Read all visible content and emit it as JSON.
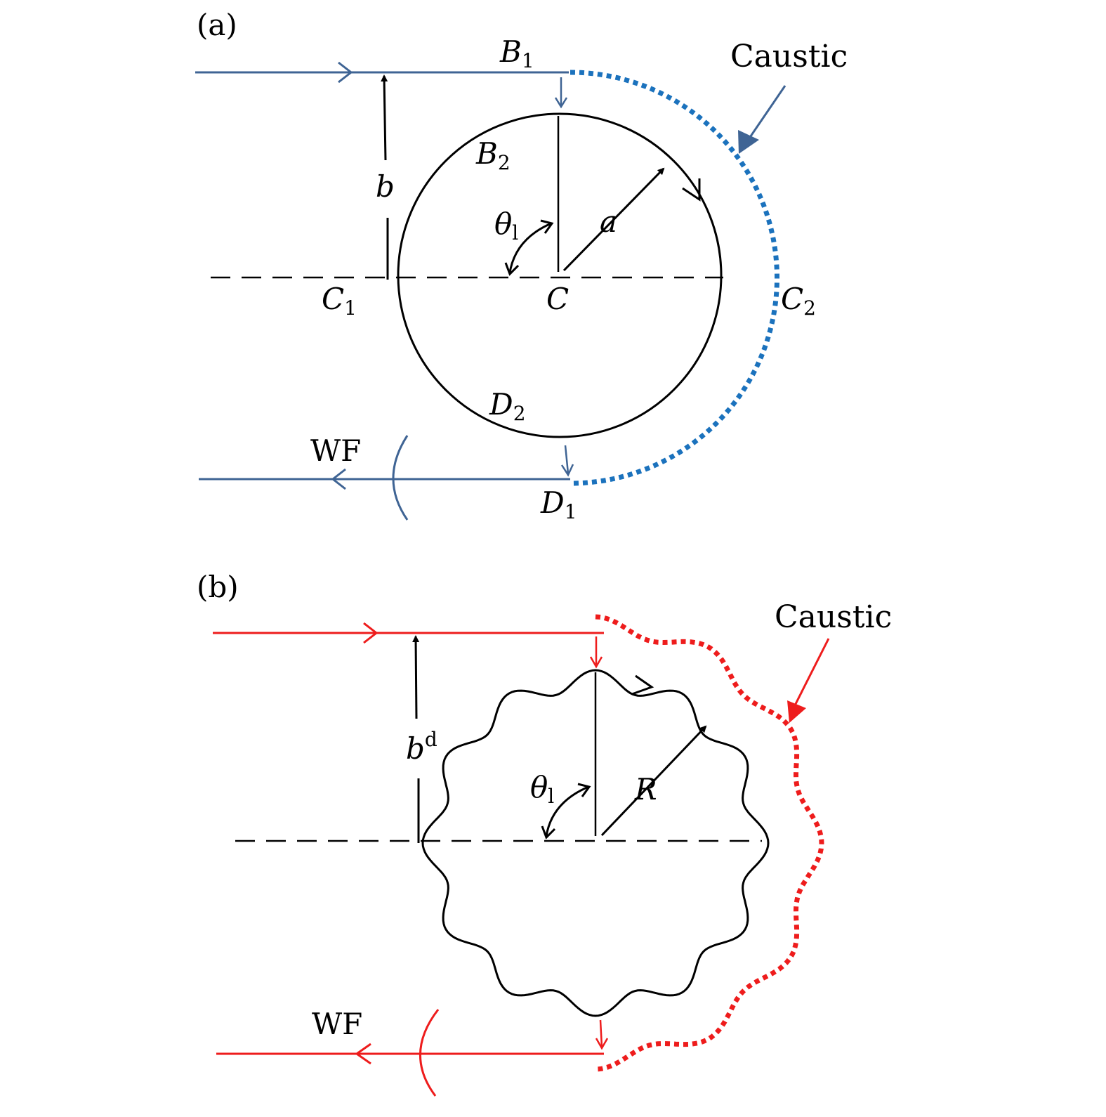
{
  "colors": {
    "blue": "#3f6494",
    "caustic_blue": "#1b72bd",
    "red": "#ee1c1c",
    "black": "#000000"
  },
  "panel_a": {
    "tag": "(a)",
    "caustic": "Caustic",
    "wf": "WF",
    "b": "b",
    "a": "a",
    "theta": {
      "main": "θ",
      "sub": "l"
    },
    "B1": {
      "main": "B",
      "sub": "1"
    },
    "B2": {
      "main": "B",
      "sub": "2"
    },
    "C": "C",
    "C1": {
      "main": "C",
      "sub": "1"
    },
    "C2": {
      "main": "C",
      "sub": "2"
    },
    "D1": {
      "main": "D",
      "sub": "1"
    },
    "D2": {
      "main": "D",
      "sub": "2"
    }
  },
  "panel_b": {
    "tag": "(b)",
    "caustic": "Caustic",
    "wf": "WF",
    "b": {
      "main": "b",
      "sup": "d"
    },
    "R": "R",
    "theta": {
      "main": "θ",
      "sub": "l"
    }
  }
}
